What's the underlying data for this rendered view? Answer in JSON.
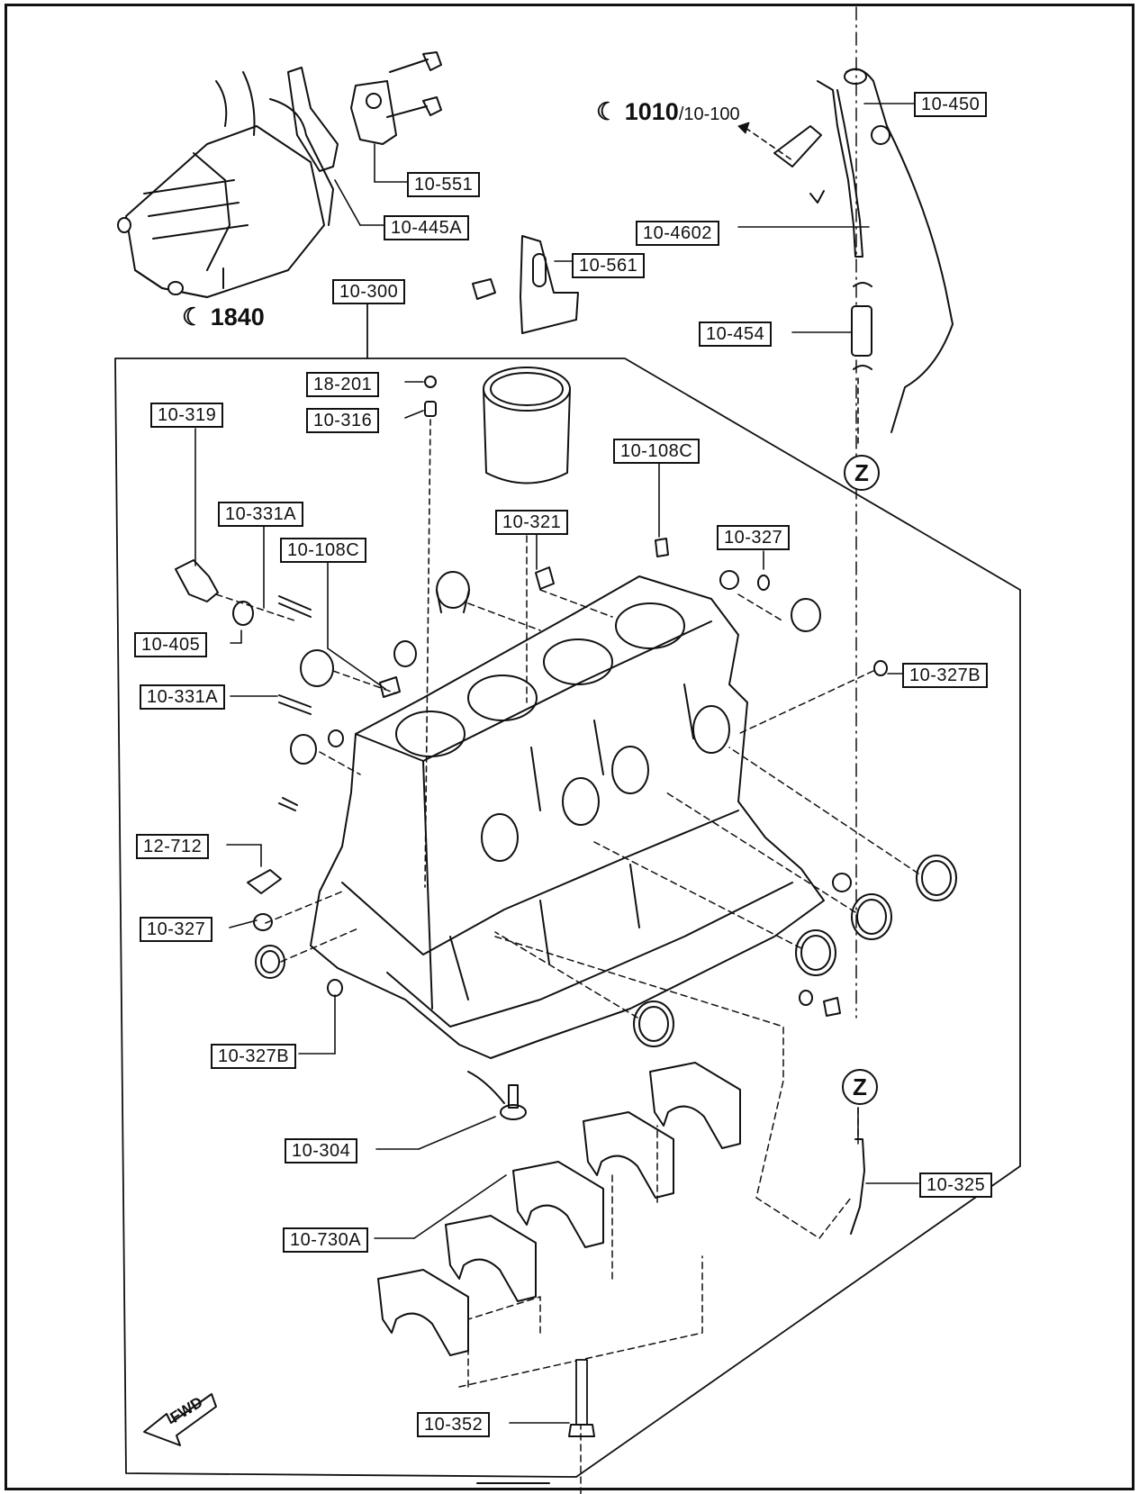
{
  "references": {
    "starter": {
      "number": "1840"
    },
    "oil_pan": {
      "number": "1010",
      "sub": "/10-100"
    }
  },
  "callouts": {
    "c10_551": "10-551",
    "c10_445a": "10-445A",
    "c10_300": "10-300",
    "c10_450": "10-450",
    "c10_4602": "10-4602",
    "c10_561": "10-561",
    "c10_454": "10-454",
    "c18_201": "18-201",
    "c10_316": "10-316",
    "c10_319": "10-319",
    "c10_108c_top": "10-108C",
    "c10_321": "10-321",
    "c10_331a_top": "10-331A",
    "c10_108c": "10-108C",
    "c10_327_top": "10-327",
    "c10_405": "10-405",
    "c10_327b_right": "10-327B",
    "c10_331a": "10-331A",
    "c12_712": "12-712",
    "c10_327": "10-327",
    "c10_327b": "10-327B",
    "c10_304": "10-304",
    "c10_325": "10-325",
    "c10_730a": "10-730A",
    "c10_352": "10-352"
  },
  "markers": {
    "z_top": "Z",
    "z_bottom": "Z"
  },
  "fwd_label": "FWD"
}
